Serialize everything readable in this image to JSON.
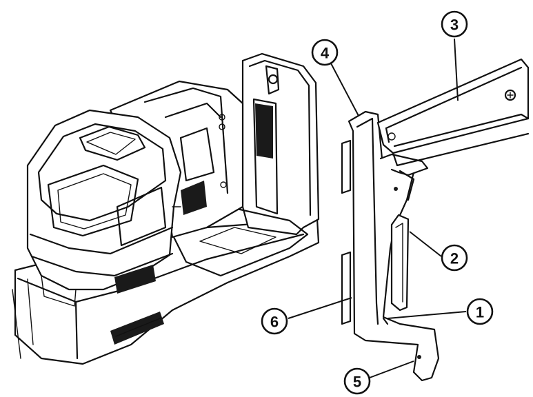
{
  "colors": {
    "line": "#111111",
    "background": "#ffffff"
  },
  "callouts": [
    {
      "id": "c1",
      "label": "1"
    },
    {
      "id": "c2",
      "label": "2"
    },
    {
      "id": "c3",
      "label": "3"
    },
    {
      "id": "c4",
      "label": "4"
    },
    {
      "id": "c5",
      "label": "5"
    },
    {
      "id": "c6",
      "label": "6"
    }
  ]
}
